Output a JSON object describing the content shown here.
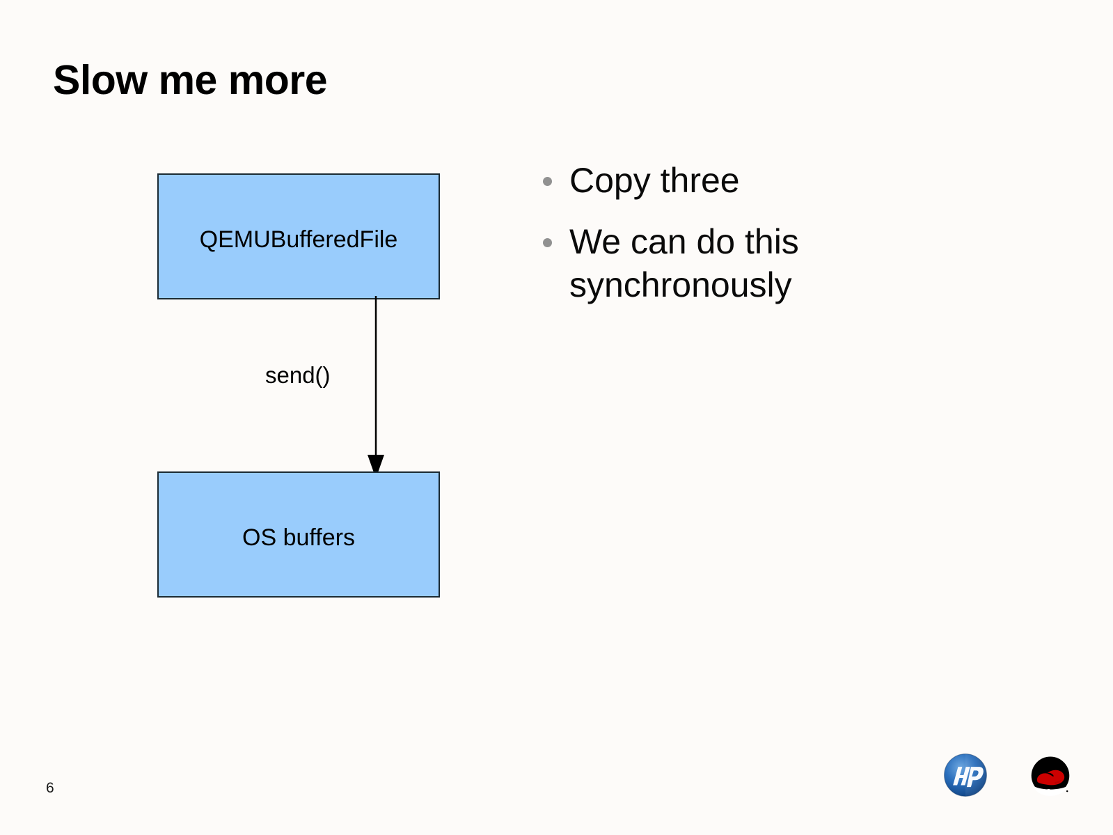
{
  "slide": {
    "title": "Slow me more",
    "page_number": "6",
    "background_color": "#fdfbf9"
  },
  "diagram": {
    "node_fill_color": "#99ccfc",
    "node_border_color": "#1b2a33",
    "nodes": [
      {
        "id": "qemubufferedfile",
        "label": "QEMUBufferedFile"
      },
      {
        "id": "osbuffers",
        "label": "OS buffers"
      }
    ],
    "edges": [
      {
        "id": "send",
        "label": "send()",
        "from": "qemubufferedfile",
        "to": "osbuffers",
        "direction": "down"
      }
    ]
  },
  "bullets": {
    "marker_color": "#919191",
    "items": [
      {
        "text": "Copy three"
      },
      {
        "text": "We can do this synchronously"
      }
    ]
  },
  "logos": [
    {
      "name": "hp-logo",
      "alt": "HP"
    },
    {
      "name": "red-hat-logo",
      "alt": "Red Hat"
    }
  ]
}
